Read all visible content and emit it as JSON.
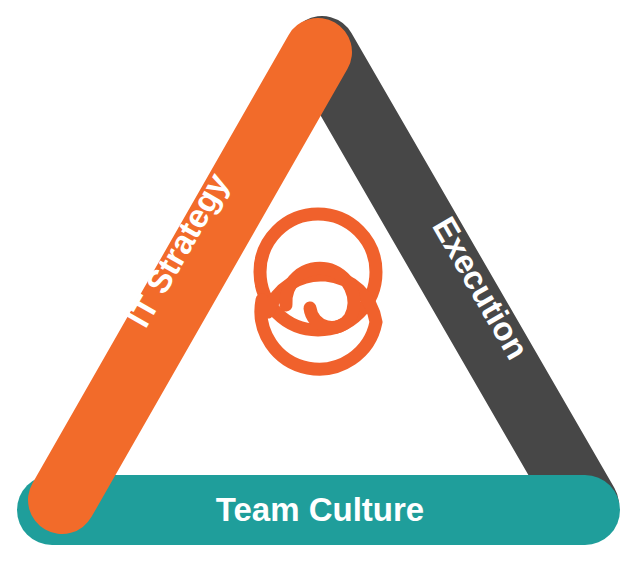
{
  "diagram": {
    "nodes": [
      {
        "text": [
          "IT Strategy"
        ]
      },
      {
        "text": [
          "Execution"
        ]
      },
      {
        "text": [
          "Team Culture"
        ]
      }
    ]
  }
}
